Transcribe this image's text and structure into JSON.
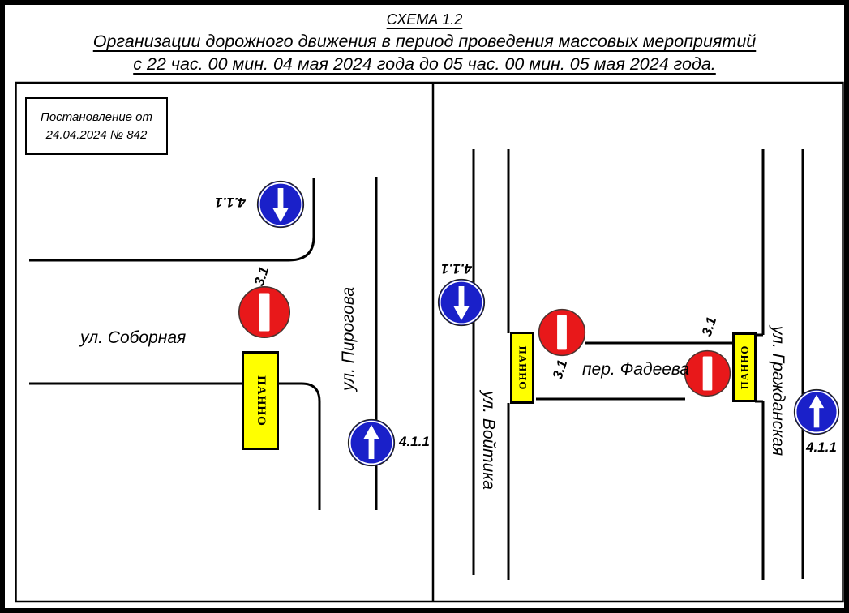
{
  "title": {
    "line1": "СХЕМА 1.2",
    "line2": "Организации дорожного движения в период проведения массовых мероприятий",
    "line3": "с 22 час. 00 мин. 04 мая 2024 года  до 05 час. 00 мин. 05 мая 2024 года."
  },
  "decree": {
    "line1": "Постановление от",
    "line2": "24.04.2024 № 842"
  },
  "colors": {
    "sign_blue": "#1a20c9",
    "sign_red": "#e8181a",
    "panel_yellow": "#ffff00",
    "road_line": "#000000"
  },
  "left_scheme": {
    "street_sobornaya": "ул. Соборная",
    "street_pirogova": "ул. Пирогова",
    "sign_411_down_label": "4.1.1",
    "sign_31_label": "3.1",
    "panno_label": "ПАННО",
    "sign_411_up_label": "4.1.1"
  },
  "right_scheme": {
    "street_voytika": "ул. Войтика",
    "street_fadeeva": "пер. Фадеева",
    "street_grazhdanskaya": "ул. Гражданская",
    "sign_411_down_label": "4.1.1",
    "sign_31_west_label": "3.1",
    "sign_31_east_label": "3.1",
    "panno_west_label": "ПАННО",
    "panno_east_label": "ПАННО",
    "sign_411_up_label": "4.1.1"
  }
}
